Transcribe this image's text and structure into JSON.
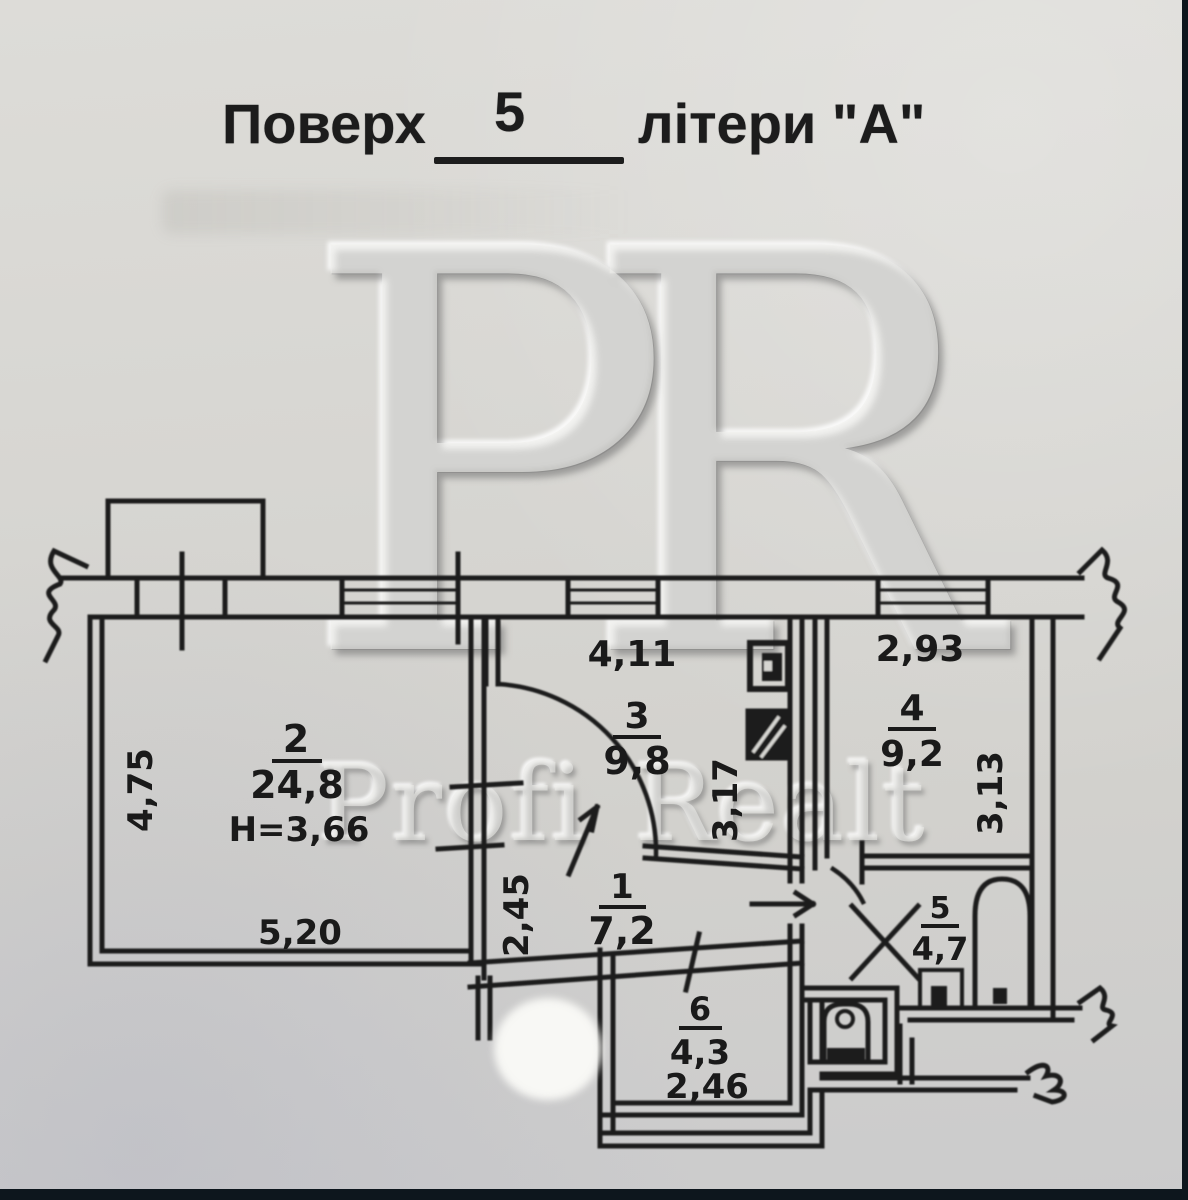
{
  "title": {
    "prefix": "Поверх",
    "floor_number": "5",
    "letters_label": "літери  \"А\""
  },
  "watermark": {
    "monogram": "PR",
    "brand": "Profi Realt"
  },
  "colors": {
    "paper": "#d6d5d1",
    "ink": "#1e1e1e",
    "edge_strip": "#0d161d",
    "watermark": "#ececea"
  },
  "rooms": {
    "hallway": {
      "number": "1",
      "area": "7,2",
      "dim_left": "2,45"
    },
    "living": {
      "number": "2",
      "area": "24,8",
      "ceiling_height": "H=3,66",
      "dim_left": "4,75",
      "dim_bottom": "5,20"
    },
    "room3": {
      "number": "3",
      "area": "9,8",
      "dim_top": "4,11",
      "dim_right": "3,17"
    },
    "room4": {
      "number": "4",
      "area": "9,2",
      "dim_top": "2,93",
      "dim_right": "3,13"
    },
    "bathroom": {
      "number": "5",
      "area": "4,7"
    },
    "storage": {
      "number": "6",
      "area": "4,3",
      "dim_bottom": "2,46"
    }
  }
}
